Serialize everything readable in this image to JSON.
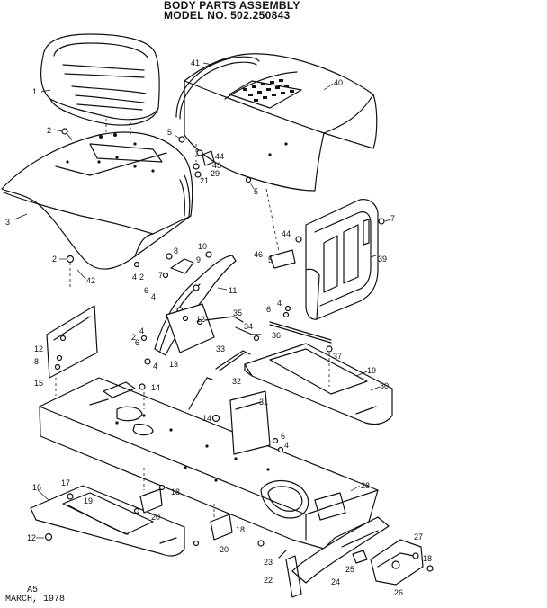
{
  "header": {
    "title_line1": "BODY PARTS ASSEMBLY",
    "title_line2": "MODEL NO. 502.250843"
  },
  "footer": {
    "page_code": "A5",
    "date": "MARCH, 1978"
  },
  "callouts": {
    "c1": "1",
    "c2a": "2",
    "c2b": "2",
    "c2c": "2",
    "c3": "3",
    "c4a": "4",
    "c4b": "4",
    "c4c": "4",
    "c4d": "4",
    "c4e": "4",
    "c5a": "5",
    "c5b": "5",
    "c5c": "5",
    "c6a": "6",
    "c6b": "6",
    "c6c": "6",
    "c6d": "6",
    "c7a": "7",
    "c7b": "7",
    "c8a": "8",
    "c8b": "8",
    "c9": "9",
    "c10": "10",
    "c11": "11",
    "c12a": "12",
    "c12b": "12",
    "c12c": "12",
    "c13": "13",
    "c14a": "14",
    "c14b": "14",
    "c15": "15",
    "c16": "16",
    "c17": "17",
    "c18a": "18",
    "c18b": "18",
    "c18c": "18",
    "c19a": "19",
    "c19b": "19",
    "c20a": "20",
    "c20b": "20",
    "c21": "21",
    "c22": "22",
    "c23": "23",
    "c24": "24",
    "c25": "25",
    "c26": "26",
    "c27": "27",
    "c28": "28",
    "c29": "29",
    "c30": "30",
    "c31": "31",
    "c32": "32",
    "c33": "33",
    "c34": "34",
    "c35": "35",
    "c36": "36",
    "c37": "37",
    "c39": "39",
    "c40": "40",
    "c41": "41",
    "c42": "42",
    "c43": "43",
    "c44a": "44",
    "c44b": "44",
    "c46": "46"
  }
}
